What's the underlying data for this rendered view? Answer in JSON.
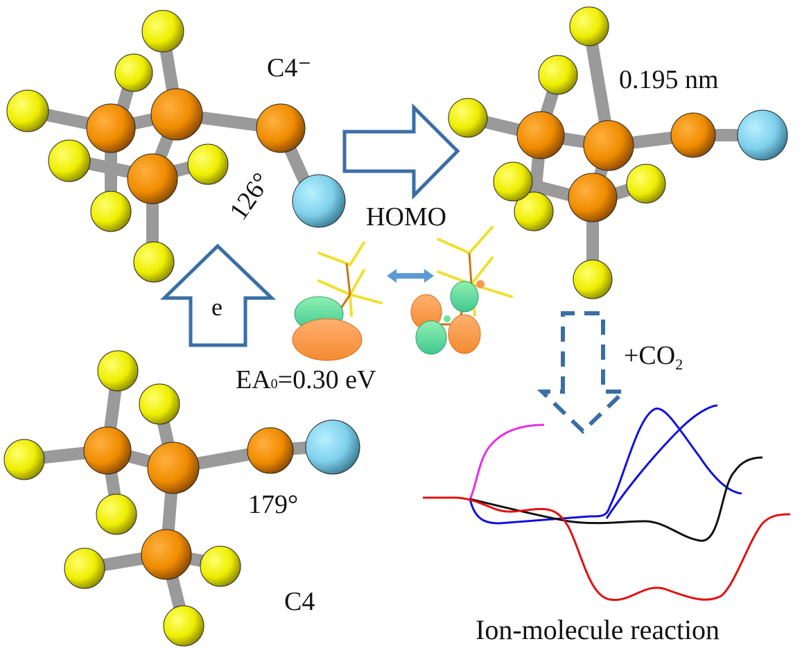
{
  "labels": {
    "anion": "C4⁻",
    "anion_angle": "126°",
    "bond_length": "0.195 nm",
    "homo": "HOMO",
    "electron": "e",
    "ea": "EA",
    "ea_sub": "0",
    "ea_value": "=0.30 eV",
    "co2_prefix": "+CO",
    "co2_sub": "2",
    "neutral": "C4",
    "neutral_angle": "179°",
    "reaction": "Ion-molecule reaction"
  },
  "colors": {
    "carbon": "#f08c00",
    "fluorine": "#f0ef00",
    "nitrogen": "#7fd0ec",
    "bond": "#b8b8b8",
    "arrow": "#3a6ea5",
    "orbital_pos": "#f99b4a",
    "orbital_neg": "#6ee39a",
    "curve_magenta": "#e62ee6",
    "curve_blue": "#1010e0",
    "curve_black": "#111111",
    "curve_red": "#e31010"
  },
  "curves": [
    {
      "name": "magenta"
    },
    {
      "name": "blue-1"
    },
    {
      "name": "blue-2"
    },
    {
      "name": "black"
    },
    {
      "name": "red"
    }
  ]
}
